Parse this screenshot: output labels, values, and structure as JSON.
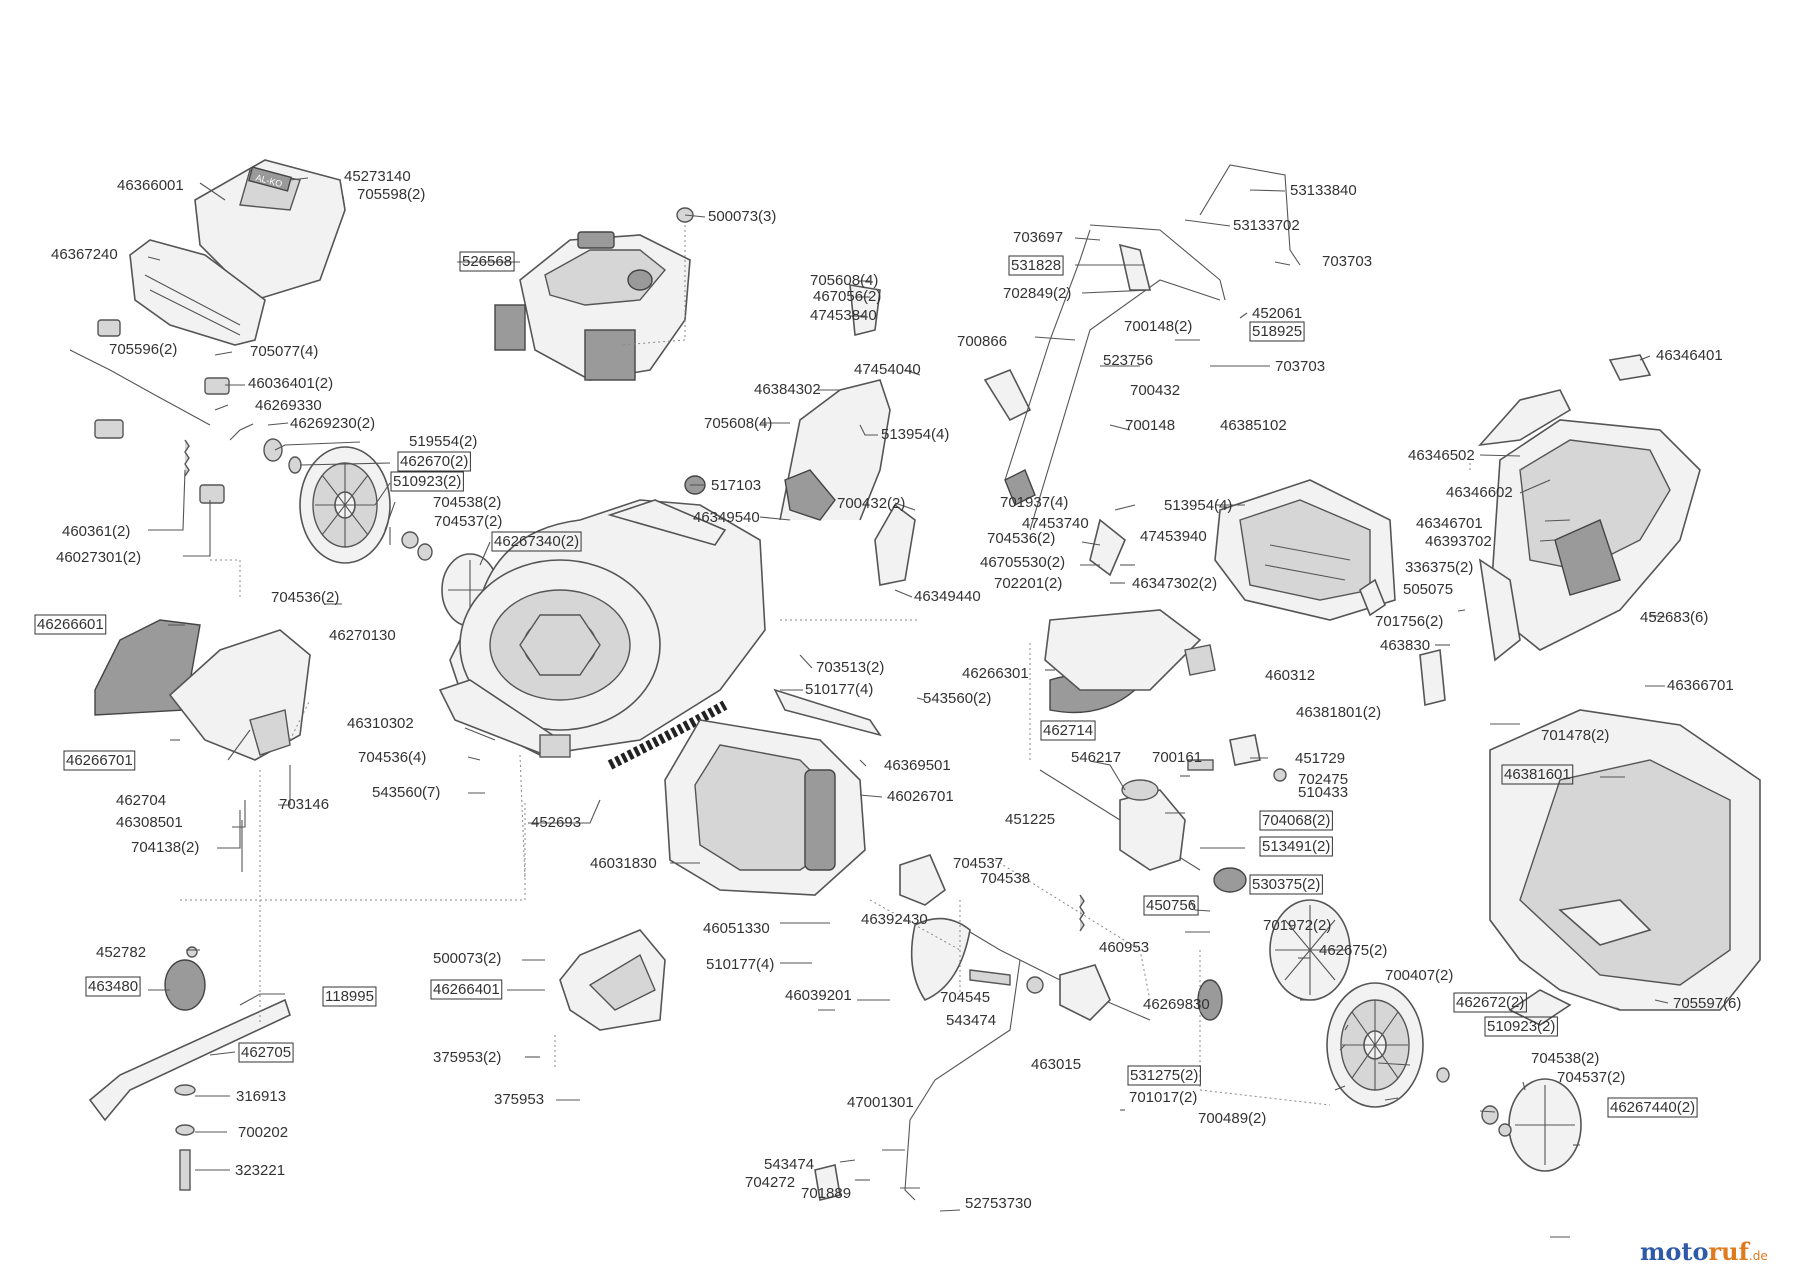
{
  "labels": [
    {
      "text": "46366001",
      "boxed": false
    },
    {
      "text": "45273140",
      "boxed": false
    },
    {
      "text": "705598(2)",
      "boxed": false
    },
    {
      "text": "46367240",
      "boxed": false
    },
    {
      "text": "705596(2)",
      "boxed": false
    },
    {
      "text": "705077(4)",
      "boxed": false
    },
    {
      "text": "46036401(2)",
      "boxed": false
    },
    {
      "text": "46269330",
      "boxed": false
    },
    {
      "text": "46269230(2)",
      "boxed": false
    },
    {
      "text": "519554(2)",
      "boxed": false
    },
    {
      "text": "462670(2)",
      "boxed": true
    },
    {
      "text": "510923(2)",
      "boxed": true
    },
    {
      "text": "704538(2)",
      "boxed": false
    },
    {
      "text": "704537(2)",
      "boxed": false
    },
    {
      "text": "46267340(2)",
      "boxed": true
    },
    {
      "text": "460361(2)",
      "boxed": false
    },
    {
      "text": "46027301(2)",
      "boxed": false
    },
    {
      "text": "526568",
      "boxed": true
    },
    {
      "text": "500073(3)",
      "boxed": false
    },
    {
      "text": "517103",
      "boxed": false
    },
    {
      "text": "705608(4)",
      "boxed": false
    },
    {
      "text": "467056(2)",
      "boxed": false
    },
    {
      "text": "47453840",
      "boxed": false
    },
    {
      "text": "46384302",
      "boxed": false
    },
    {
      "text": "705608(4)",
      "boxed": false
    },
    {
      "text": "513954(4)",
      "boxed": false
    },
    {
      "text": "47454040",
      "boxed": false
    },
    {
      "text": "700432(2)",
      "boxed": false
    },
    {
      "text": "46349540",
      "boxed": false
    },
    {
      "text": "46349440",
      "boxed": false
    },
    {
      "text": "53133840",
      "boxed": false
    },
    {
      "text": "703697",
      "boxed": false
    },
    {
      "text": "53133702",
      "boxed": false
    },
    {
      "text": "703703",
      "boxed": false
    },
    {
      "text": "531828",
      "boxed": true
    },
    {
      "text": "702849(2)",
      "boxed": false
    },
    {
      "text": "452061",
      "boxed": false
    },
    {
      "text": "700148(2)",
      "boxed": false
    },
    {
      "text": "518925",
      "boxed": true
    },
    {
      "text": "700866",
      "boxed": false
    },
    {
      "text": "523756",
      "boxed": false
    },
    {
      "text": "703703",
      "boxed": false
    },
    {
      "text": "700432",
      "boxed": false
    },
    {
      "text": "700148",
      "boxed": false
    },
    {
      "text": "46385102",
      "boxed": false
    },
    {
      "text": "701937(4)",
      "boxed": false
    },
    {
      "text": "513954(4)",
      "boxed": false
    },
    {
      "text": "47453740",
      "boxed": false
    },
    {
      "text": "704536(2)",
      "boxed": false
    },
    {
      "text": "47453940",
      "boxed": false
    },
    {
      "text": "46705530(2)",
      "boxed": false
    },
    {
      "text": "702201(2)",
      "boxed": false
    },
    {
      "text": "46347302(2)",
      "boxed": false
    },
    {
      "text": "46346401",
      "boxed": false
    },
    {
      "text": "46346502",
      "boxed": false
    },
    {
      "text": "46346602",
      "boxed": false
    },
    {
      "text": "46346701",
      "boxed": false
    },
    {
      "text": "46393702",
      "boxed": false
    },
    {
      "text": "336375(2)",
      "boxed": false
    },
    {
      "text": "505075",
      "boxed": false
    },
    {
      "text": "452683(6)",
      "boxed": false
    },
    {
      "text": "701756(2)",
      "boxed": false
    },
    {
      "text": "463830",
      "boxed": false
    },
    {
      "text": "460312",
      "boxed": false
    },
    {
      "text": "46366701",
      "boxed": false
    },
    {
      "text": "46381801(2)",
      "boxed": false
    },
    {
      "text": "701478(2)",
      "boxed": false
    },
    {
      "text": "46381601",
      "boxed": true
    },
    {
      "text": "705597(6)",
      "boxed": false
    },
    {
      "text": "46266601",
      "boxed": true
    },
    {
      "text": "704536(2)",
      "boxed": false
    },
    {
      "text": "46270130",
      "boxed": false
    },
    {
      "text": "46266701",
      "boxed": true
    },
    {
      "text": "462704",
      "boxed": false
    },
    {
      "text": "46308501",
      "boxed": false
    },
    {
      "text": "703146",
      "boxed": false
    },
    {
      "text": "704138(2)",
      "boxed": false
    },
    {
      "text": "46310302",
      "boxed": false
    },
    {
      "text": "704536(4)",
      "boxed": false
    },
    {
      "text": "543560(7)",
      "boxed": false
    },
    {
      "text": "452693",
      "boxed": false
    },
    {
      "text": "703513(2)",
      "boxed": false
    },
    {
      "text": "510177(4)",
      "boxed": false
    },
    {
      "text": "543560(2)",
      "boxed": false
    },
    {
      "text": "46369501",
      "boxed": false
    },
    {
      "text": "46026701",
      "boxed": false
    },
    {
      "text": "46031830",
      "boxed": false
    },
    {
      "text": "46051330",
      "boxed": false
    },
    {
      "text": "510177(4)",
      "boxed": false
    },
    {
      "text": "46392430",
      "boxed": false
    },
    {
      "text": "46039201",
      "boxed": false
    },
    {
      "text": "46266301",
      "boxed": false
    },
    {
      "text": "462714",
      "boxed": true
    },
    {
      "text": "546217",
      "boxed": false
    },
    {
      "text": "700161",
      "boxed": false
    },
    {
      "text": "451729",
      "boxed": false
    },
    {
      "text": "702475",
      "boxed": false
    },
    {
      "text": "510433",
      "boxed": false
    },
    {
      "text": "451225",
      "boxed": false
    },
    {
      "text": "704068(2)",
      "boxed": true
    },
    {
      "text": "513491(2)",
      "boxed": true
    },
    {
      "text": "530375(2)",
      "boxed": true
    },
    {
      "text": "450756",
      "boxed": true
    },
    {
      "text": "460953",
      "boxed": false
    },
    {
      "text": "704537",
      "boxed": false
    },
    {
      "text": "704538",
      "boxed": false
    },
    {
      "text": "704545",
      "boxed": false
    },
    {
      "text": "543474",
      "boxed": false
    },
    {
      "text": "46269830",
      "boxed": false
    },
    {
      "text": "701972(2)",
      "boxed": false
    },
    {
      "text": "462675(2)",
      "boxed": false
    },
    {
      "text": "700407(2)",
      "boxed": false
    },
    {
      "text": "462672(2)",
      "boxed": true
    },
    {
      "text": "510923(2)",
      "boxed": true
    },
    {
      "text": "704538(2)",
      "boxed": false
    },
    {
      "text": "704537(2)",
      "boxed": false
    },
    {
      "text": "46267440(2)",
      "boxed": true
    },
    {
      "text": "463015",
      "boxed": false
    },
    {
      "text": "531275(2)",
      "boxed": true
    },
    {
      "text": "701017(2)",
      "boxed": false
    },
    {
      "text": "700489(2)",
      "boxed": false
    },
    {
      "text": "47001301",
      "boxed": false
    },
    {
      "text": "543474",
      "boxed": false
    },
    {
      "text": "704272",
      "boxed": false
    },
    {
      "text": "701889",
      "boxed": false
    },
    {
      "text": "52753730",
      "boxed": false
    },
    {
      "text": "452782",
      "boxed": false
    },
    {
      "text": "463480",
      "boxed": true
    },
    {
      "text": "118995",
      "boxed": true
    },
    {
      "text": "462705",
      "boxed": true
    },
    {
      "text": "316913",
      "boxed": false
    },
    {
      "text": "700202",
      "boxed": false
    },
    {
      "text": "323221",
      "boxed": false
    },
    {
      "text": "500073(2)",
      "boxed": false
    },
    {
      "text": "46266401",
      "boxed": true
    },
    {
      "text": "375953(2)",
      "boxed": false
    },
    {
      "text": "375953",
      "boxed": false
    }
  ],
  "watermark": {
    "part1": "moto",
    "part2": "ruf",
    "suffix": ".de"
  },
  "logo_text": "AL-KO"
}
